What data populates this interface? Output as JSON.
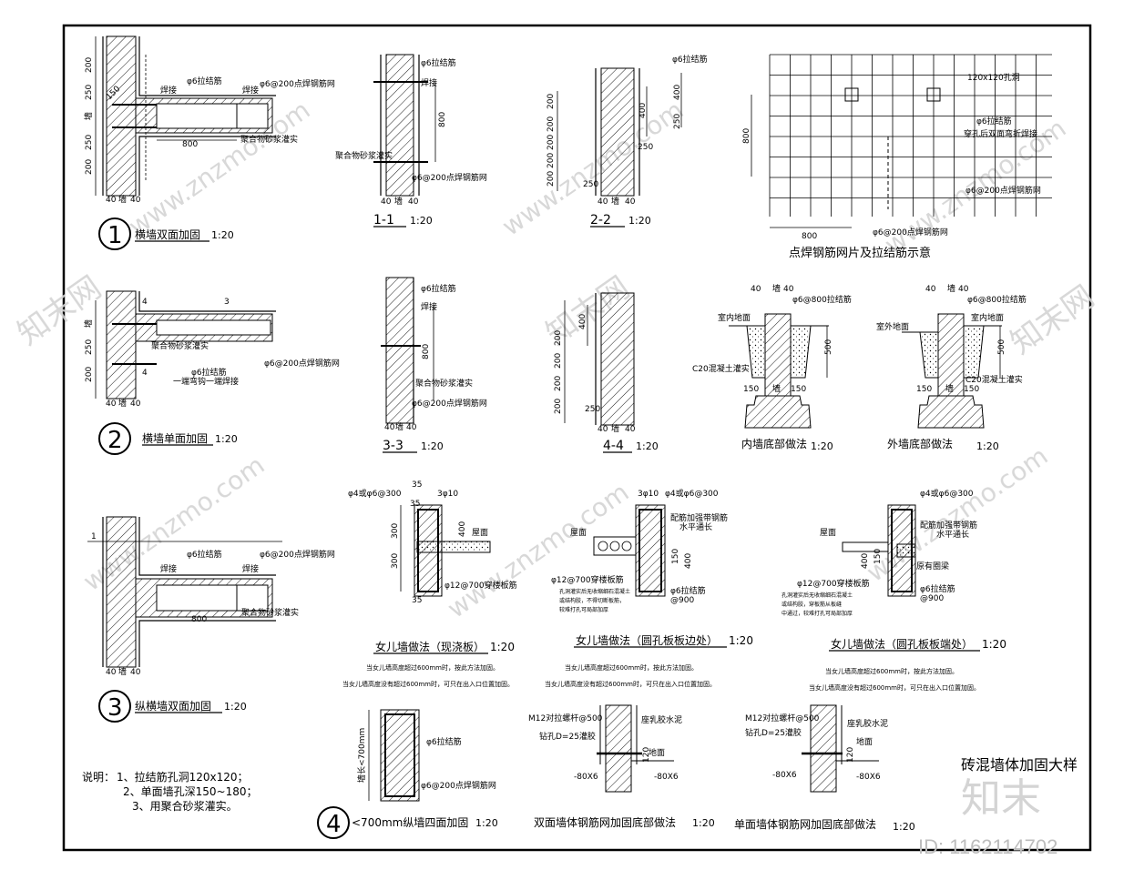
{
  "sheet": {
    "title": "砖混墙体加固大样",
    "id_label": "ID: 1162114702",
    "brand": "知末",
    "watermark": "www.znzmo.com",
    "watermark_cn": "知末网"
  },
  "details": {
    "d1": {
      "num": "1",
      "title": "横墙双面加固",
      "scale": "1:20",
      "labels": {
        "tie": "φ6拉结筋",
        "mesh": "φ6@200点焊钢筋网",
        "weld1": "焊接",
        "weld2": "焊接",
        "grout": "聚合物砂浆灌实",
        "len": "800",
        "h150": "150"
      },
      "dims": [
        "200",
        "250",
        "墙",
        "250",
        "200"
      ],
      "bottom": [
        "40",
        "墙",
        "40"
      ]
    },
    "d2": {
      "num": "2",
      "title": "横墙单面加固",
      "scale": "1:20",
      "labels": {
        "grout": "聚合物砂浆灌实",
        "tie": "φ6拉结筋",
        "bend": "一端弯钩一端焊接",
        "mesh": "φ6@200点焊钢筋网",
        "d4a": "4",
        "d4b": "4",
        "d3": "3"
      },
      "dims": [
        "墙",
        "250",
        "200"
      ],
      "bottom": [
        "40",
        "墙",
        "40"
      ]
    },
    "d3": {
      "num": "3",
      "title": "纵横墙双面加固",
      "scale": "1:20",
      "labels": {
        "tie": "φ6拉结筋",
        "mesh": "φ6@200点焊钢筋网",
        "weld1": "焊接",
        "weld2": "焊接",
        "grout": "聚合物砂浆灌实",
        "len": "800",
        "one": "1"
      },
      "bottom": [
        "40",
        "墙",
        "40"
      ]
    },
    "d4": {
      "num": "4",
      "title": "<700mm纵墙四面加固",
      "scale": "1:20",
      "labels": {
        "tie": "φ6拉结筋",
        "mesh": "φ6@200点焊钢筋网",
        "side": "墙长<700mm"
      }
    },
    "s11": {
      "title": "1-1",
      "scale": "1:20",
      "labels": {
        "tie": "φ6拉结筋",
        "weld": "焊接",
        "grout": "聚合物砂浆灌实",
        "mesh": "φ6@200点焊钢筋网",
        "h800": "800"
      },
      "bottom": [
        "40",
        "墙",
        "40"
      ]
    },
    "s22": {
      "title": "2-2",
      "scale": "1:20",
      "labels": {
        "tie": "φ6拉结筋",
        "h400a": "400",
        "h400b": "400",
        "h250a": "250",
        "h250b": "250"
      },
      "dims": [
        "200",
        "200",
        "200",
        "200",
        "200"
      ],
      "bottom": [
        "40",
        "墙",
        "40"
      ]
    },
    "s33": {
      "title": "3-3",
      "scale": "1:20",
      "labels": {
        "tie": "φ6拉结筋",
        "weld": "焊接",
        "h800": "800",
        "grout": "聚合物砂浆灌实",
        "mesh": "φ6@200点焊钢筋网"
      },
      "bottom": [
        "40",
        "墙",
        "40"
      ]
    },
    "s44": {
      "title": "4-4",
      "scale": "1:20",
      "labels": {
        "h400": "400",
        "h250": "250"
      },
      "dims": [
        "200",
        "200",
        "200",
        "200"
      ],
      "bottom": [
        "40",
        "墙",
        "40"
      ]
    },
    "grid": {
      "title": "点焊钢筋网片及拉结筋示意",
      "labels": {
        "hole": "120x120孔洞",
        "tie": "φ6拉结筋",
        "weld": "穿孔后双面弯折焊接",
        "mesh": "φ6@200点焊钢筋网",
        "mesh2": "φ6@200点焊钢筋网",
        "w800": "800",
        "h800": "800"
      }
    },
    "inner": {
      "title": "内墙底部做法",
      "scale": "1:20",
      "labels": {
        "tie": "φ6@800拉结筋",
        "floor": "室内地面",
        "concrete": "C20混凝土灌实",
        "h500": "500",
        "top": [
          "40",
          "墙",
          "40"
        ],
        "bot": [
          "150",
          "墙",
          "150"
        ]
      }
    },
    "outer": {
      "title": "外墙底部做法",
      "scale": "1:20",
      "labels": {
        "tie": "φ6@800拉结筋",
        "floor_out": "室外地面",
        "floor_in": "室内地面",
        "concrete": "C20混凝土灌实",
        "h500": "500",
        "top": [
          "40",
          "墙",
          "40"
        ],
        "bot": [
          "150",
          "墙",
          "150"
        ]
      }
    },
    "par1": {
      "title": "女儿墙做法（现浇板）",
      "scale": "1:20",
      "labels": {
        "a": "φ4或φ6@300",
        "b": "3φ10",
        "c": "35",
        "roof": "屋面",
        "bar": "φ12@700穿楼板筋",
        "d300a": "300",
        "d300b": "300",
        "d400": "400",
        "d35": "35"
      },
      "notes": [
        "当女儿墙高度超过600mm时，按此方法加固。",
        "当女儿墙高度没有超过600mm时，可只在出入口位置加固。"
      ]
    },
    "par2": {
      "title": "女儿墙做法（圆孔板板边处）",
      "scale": "1:20",
      "labels": {
        "a": "3φ10",
        "b": "φ4或φ6@300",
        "add": "配筋加强带钢筋",
        "horiz": "水平通长",
        "roof": "屋面",
        "bar": "φ12@700穿楼板筋",
        "tie": "φ6拉结筋",
        "at": "@900",
        "d150": "150",
        "d400": "400"
      },
      "notes": [
        "当女儿墙高度超过600mm时，按此方法加固。",
        "当女儿墙高度没有超过600mm时，可只在出入口位置加固。"
      ],
      "small": [
        "孔洞灌实后无收缩细石混凝土",
        "或结构胶，不得切断板筋，",
        "较难打孔可局部加厚"
      ]
    },
    "par3": {
      "title": "女儿墙做法（圆孔板板端处）",
      "scale": "1:20",
      "labels": {
        "a": "φ4或φ6@300",
        "add": "配筋加强带钢筋",
        "horiz": "水平通长",
        "roof": "屋面",
        "beam": "原有圈梁",
        "bar": "φ12@700穿楼板筋",
        "tie": "φ6拉结筋",
        "at": "@900",
        "d150": "150",
        "d400": "400"
      },
      "notes": [
        "当女儿墙高度超过600mm时，按此方法加固。",
        "当女儿墙高度没有超过600mm时，可只在出入口位置加固。"
      ],
      "small": [
        "孔洞灌实后无收缩细石混凝土",
        "或结构胶，穿板筋从板缝",
        "中通过，较难打孔可局部加厚"
      ]
    },
    "base1": {
      "title": "双面墙体钢筋网加固底部做法",
      "scale": "1:20",
      "labels": {
        "bolt": "M12对拉螺杆@500",
        "hole": "钻孔D=25灌胶",
        "glue": "座乳胶水泥",
        "ground": "地面",
        "h120": "120",
        "l1": "-80X6",
        "l2": "-80X6"
      }
    },
    "base2": {
      "title": "单面墙体钢筋网加固底部做法",
      "scale": "1:20",
      "labels": {
        "bolt": "M12对拉螺杆@500",
        "hole": "钻孔D=25灌胶",
        "glue": "座乳胶水泥",
        "ground": "地面",
        "h120": "120",
        "l1": "-80X6",
        "l2": "-80X6"
      }
    }
  },
  "notes": {
    "heading": "说明：",
    "items": [
      "1、拉结筋孔洞120x120；",
      "2、单面墙孔深150~180；",
      "3、用聚合砂浆灌实。"
    ]
  }
}
